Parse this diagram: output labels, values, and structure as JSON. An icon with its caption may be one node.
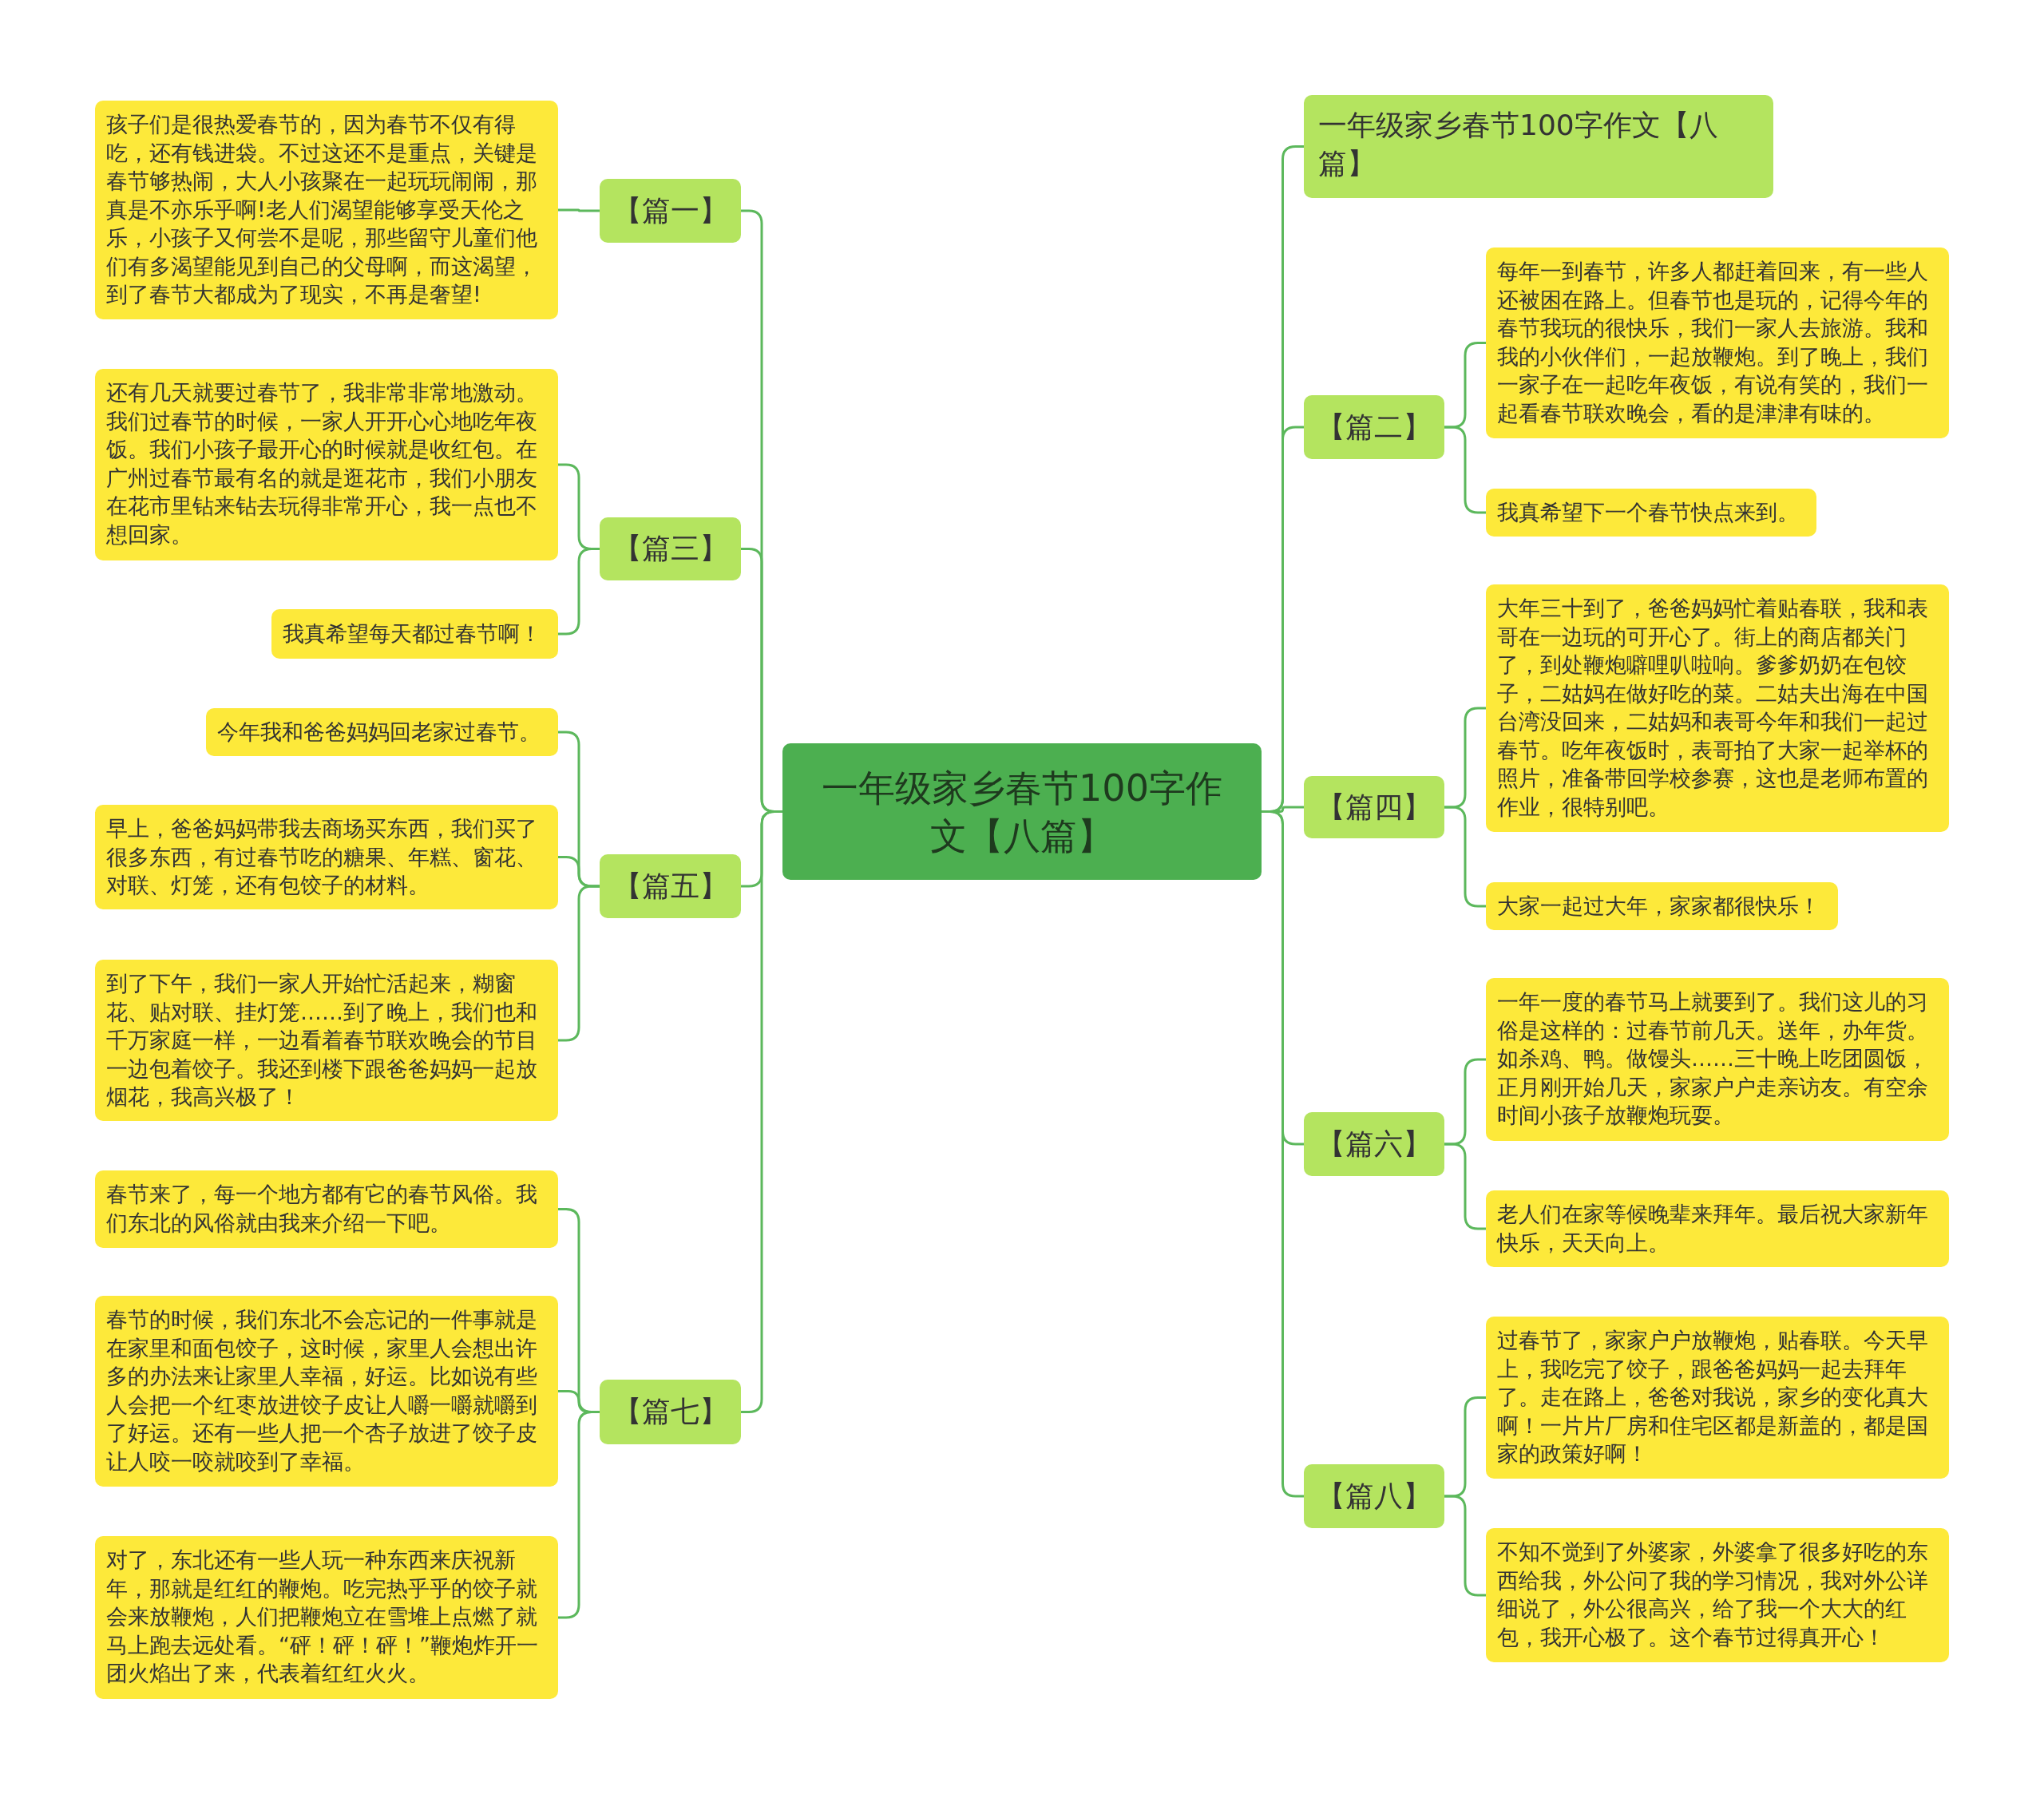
{
  "diagram": {
    "nodes": [
      {
        "text": [
          "一年级家乡春节100字作文【八篇】"
        ]
      },
      {
        "text": [
          "一年级家乡春节100字作文【八篇】"
        ]
      },
      {
        "text": [
          "【篇二】"
        ]
      },
      {
        "text": [
          "每年一到春节，许多人都赶着回来，有一些人还被困在路上。但春节也是玩的，记得今年的春节我玩的很快乐，我们一家人去旅游。我和我的小伙伴们，一起放鞭炮。到了晚上，我们一家子在一起吃年夜饭，有说有笑的，我们一起看春节联欢晚会，看的是津津有味的。"
        ]
      },
      {
        "text": [
          "我真希望下一个春节快点来到。"
        ]
      },
      {
        "text": [
          "【篇四】"
        ]
      },
      {
        "text": [
          "大年三十到了，爸爸妈妈忙着贴春联，我和表哥在一边玩的可开心了。街上的商店都关门了，到处鞭炮噼哩叭啦响。爹爹奶奶在包饺子，二姑妈在做好吃的菜。二姑夫出海在中国台湾没回来，二姑妈和表哥今年和我们一起过春节。吃年夜饭时，表哥拍了大家一起举杯的照片，准备带回学校参赛，这也是老师布置的作业，很特别吧。"
        ]
      },
      {
        "text": [
          "大家一起过大年，家家都很快乐！"
        ]
      },
      {
        "text": [
          "【篇六】"
        ]
      },
      {
        "text": [
          "一年一度的春节马上就要到了。我们这儿的习俗是这样的：过春节前几天。送年，办年货。如杀鸡、鸭。做馒头……三十晚上吃团圆饭，正月刚开始几天，家家户户走亲访友。有空余时间小孩子放鞭炮玩耍。"
        ]
      },
      {
        "text": [
          "老人们在家等候晚辈来拜年。最后祝大家新年快乐，天天向上。"
        ]
      },
      {
        "text": [
          "【篇八】"
        ]
      },
      {
        "text": [
          "过春节了，家家户户放鞭炮，贴春联。今天早上，我吃完了饺子，跟爸爸妈妈一起去拜年了。走在路上，爸爸对我说，家乡的变化真大啊！一片片厂房和住宅区都是新盖的，都是国家的政策好啊！"
        ]
      },
      {
        "text": [
          "不知不觉到了外婆家，外婆拿了很多好吃的东西给我，外公问了我的学习情况，我对外公详细说了，外公很高兴，给了我一个大大的红包，我开心极了。这个春节过得真开心！"
        ]
      },
      {
        "text": [
          "【篇一】"
        ]
      },
      {
        "text": [
          "孩子们是很热爱春节的，因为春节不仅有得吃，还有钱进袋。不过这还不是重点，关键是春节够热闹，大人小孩聚在一起玩玩闹闹，那真是不亦乐乎啊!老人们渴望能够享受天伦之乐，小孩子又何尝不是呢，那些留守儿童们他们有多渴望能见到自己的父母啊，而这渴望，到了春节大都成为了现实，不再是奢望!"
        ]
      },
      {
        "text": [
          "【篇三】"
        ]
      },
      {
        "text": [
          "还有几天就要过春节了，我非常非常地激动。我们过春节的时候，一家人开开心心地吃年夜饭。我们小孩子最开心的时候就是收红包。在广州过春节最有名的就是逛花市，我们小朋友在花市里钻来钻去玩得非常开心，我一点也不想回家。"
        ]
      },
      {
        "text": [
          "我真希望每天都过春节啊！"
        ]
      },
      {
        "text": [
          "【篇五】"
        ]
      },
      {
        "text": [
          "今年我和爸爸妈妈回老家过春节。"
        ]
      },
      {
        "text": [
          "早上，爸爸妈妈带我去商场买东西，我们买了很多东西，有过春节吃的糖果、年糕、窗花、对联、灯笼，还有包饺子的材料。"
        ]
      },
      {
        "text": [
          "到了下午，我们一家人开始忙活起来，糊窗花、贴对联、挂灯笼……到了晚上，我们也和千万家庭一样，一边看着春节联欢晚会的节目一边包着饺子。我还到楼下跟爸爸妈妈一起放烟花，我高兴极了！"
        ]
      },
      {
        "text": [
          "【篇七】"
        ]
      },
      {
        "text": [
          "春节来了，每一个地方都有它的春节风俗。我们东北的风俗就由我来介绍一下吧。"
        ]
      },
      {
        "text": [
          "春节的时候，我们东北不会忘记的一件事就是在家里和面包饺子，这时候，家里人会想出许多的办法来让家里人幸福，好运。比如说有些人会把一个红枣放进饺子皮让人嚼一嚼就嚼到了好运。还有一些人把一个杏子放进了饺子皮让人咬一咬就咬到了幸福。"
        ]
      },
      {
        "text": [
          "对了，东北还有一些人玩一种东西来庆祝新年，那就是红红的鞭炮。吃完热乎乎的饺子就会来放鞭炮，人们把鞭炮立在雪堆上点燃了就马上跑去远处看。“砰！砰！砰！”鞭炮炸开一团火焰出了来，代表着红红火火。"
        ]
      }
    ],
    "edges": [
      {
        "from": 0,
        "to": 1,
        "arrow": "none"
      },
      {
        "from": 0,
        "to": 2,
        "arrow": "none"
      },
      {
        "from": 2,
        "to": 3,
        "arrow": "none"
      },
      {
        "from": 2,
        "to": 4,
        "arrow": "none"
      },
      {
        "from": 0,
        "to": 5,
        "arrow": "none"
      },
      {
        "from": 5,
        "to": 6,
        "arrow": "none"
      },
      {
        "from": 5,
        "to": 7,
        "arrow": "none"
      },
      {
        "from": 0,
        "to": 8,
        "arrow": "none"
      },
      {
        "from": 8,
        "to": 9,
        "arrow": "none"
      },
      {
        "from": 8,
        "to": 10,
        "arrow": "none"
      },
      {
        "from": 0,
        "to": 11,
        "arrow": "none"
      },
      {
        "from": 11,
        "to": 12,
        "arrow": "none"
      },
      {
        "from": 11,
        "to": 13,
        "arrow": "none"
      },
      {
        "from": 0,
        "to": 14,
        "arrow": "none"
      },
      {
        "from": 14,
        "to": 15,
        "arrow": "none"
      },
      {
        "from": 0,
        "to": 16,
        "arrow": "none"
      },
      {
        "from": 16,
        "to": 17,
        "arrow": "none"
      },
      {
        "from": 16,
        "to": 18,
        "arrow": "none"
      },
      {
        "from": 0,
        "to": 19,
        "arrow": "none"
      },
      {
        "from": 19,
        "to": 20,
        "arrow": "none"
      },
      {
        "from": 19,
        "to": 21,
        "arrow": "none"
      },
      {
        "from": 19,
        "to": 22,
        "arrow": "none"
      },
      {
        "from": 0,
        "to": 23,
        "arrow": "none"
      },
      {
        "from": 23,
        "to": 24,
        "arrow": "none"
      },
      {
        "from": 23,
        "to": 25,
        "arrow": "none"
      },
      {
        "from": 23,
        "to": 26,
        "arrow": "none"
      }
    ]
  }
}
